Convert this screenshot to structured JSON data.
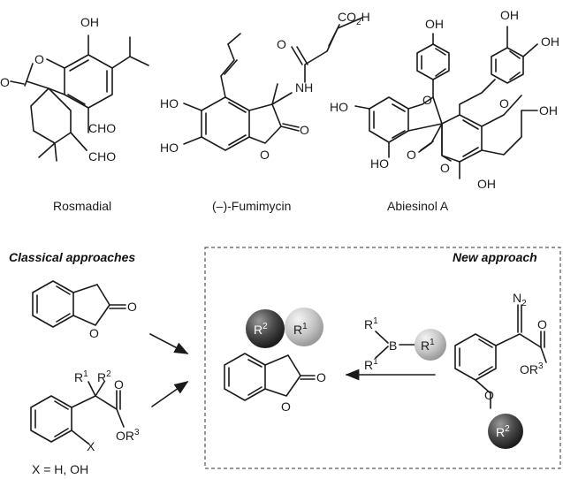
{
  "compounds": {
    "rosmadial": {
      "name": "Rosmadial",
      "oh": "OH",
      "o_ring": "O",
      "o_keto": "O",
      "cho1": "CHO",
      "cho2": "CHO"
    },
    "fumimycin": {
      "name": "(–)-Fumimycin",
      "co2h_main": "CO",
      "co2h_sub": "2",
      "co2h_tail": "H",
      "o_amide": "O",
      "nh": "NH",
      "ho1": "HO",
      "ho2": "HO",
      "o_ring": "O",
      "o_keto": "O"
    },
    "abiesinol": {
      "name": "Abiesinol A",
      "oh_top": "OH",
      "oh_top2": "OH",
      "oh_top3": "OH",
      "ho_left": "HO",
      "o1": "O",
      "ho_low": "HO",
      "o_keto": "O",
      "o_ring": "O",
      "o_pyran": "O",
      "oh_right": "OH",
      "oh_bottom": "OH"
    }
  },
  "sections": {
    "classical": "Classical approaches",
    "new": "New approach"
  },
  "classical": {
    "benzofuranone": {
      "o_keto": "O",
      "o_ring": "O"
    },
    "ester": {
      "r1": "R",
      "r1sup": "1",
      "r2": "R",
      "r2sup": "2",
      "o": "O",
      "or": "OR",
      "orsup": "3",
      "x": "X"
    },
    "caption": "X = H, OH"
  },
  "product": {
    "r2": "R",
    "r2sup": "2",
    "r1": "R",
    "r1sup": "1",
    "o_keto": "O",
    "o_ring": "O"
  },
  "reagent": {
    "r1a": "R",
    "r1b": "R",
    "r1c": "R",
    "sup": "1",
    "b": "B"
  },
  "diazo": {
    "n": "N",
    "nsub": "2",
    "o": "O",
    "or": "OR",
    "orsup": "3",
    "o_ether": "O",
    "r2": "R",
    "r2sup": "2"
  },
  "colors": {
    "dark_sphere": "#3a3a3a",
    "light_sphere": "#b4b4b4",
    "ink": "#1a1a1a"
  }
}
